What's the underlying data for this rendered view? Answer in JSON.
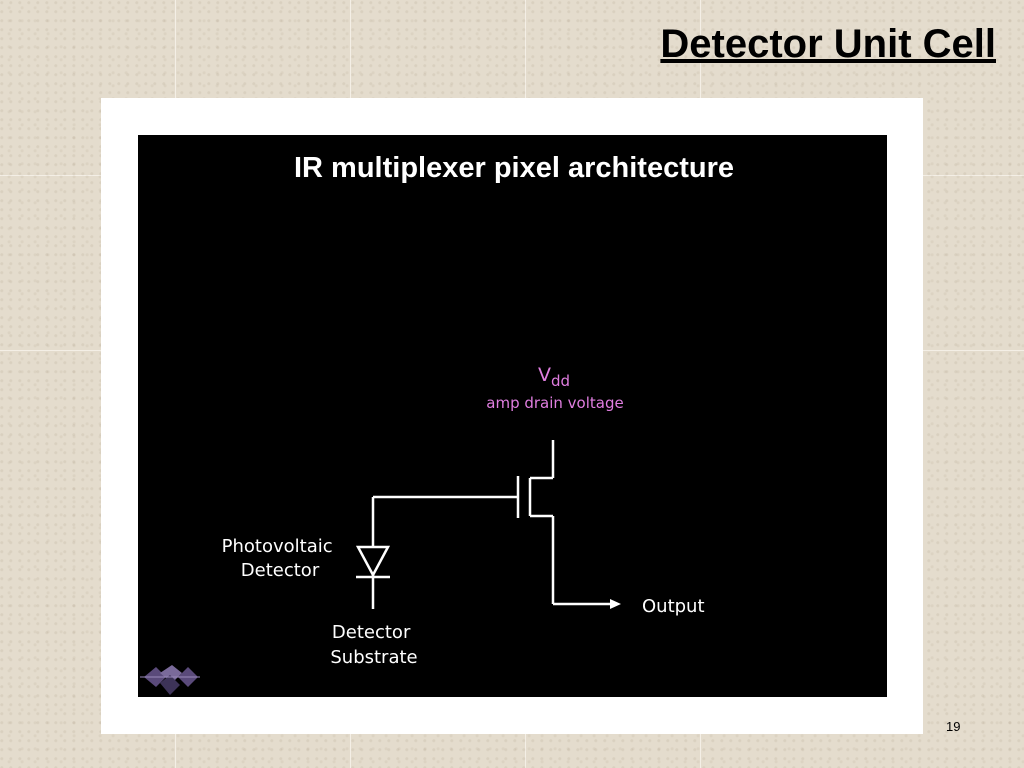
{
  "slide": {
    "title": "Detector Unit Cell",
    "page_number": "19"
  },
  "diagram": {
    "heading": "IR multiplexer pixel architecture",
    "vdd_main": "V",
    "vdd_sub": "dd",
    "vdd_caption": "amp drain voltage",
    "detector_label_line1": "Photovoltaic",
    "detector_label_line2": "Detector",
    "substrate_label_line1": "Detector",
    "substrate_label_line2": "Substrate",
    "output_label": "Output",
    "colors": {
      "background": "#000000",
      "wires": "#ffffff",
      "vdd_text": "#e07ee0"
    },
    "logo_icon": "teledyne-star-logo"
  }
}
